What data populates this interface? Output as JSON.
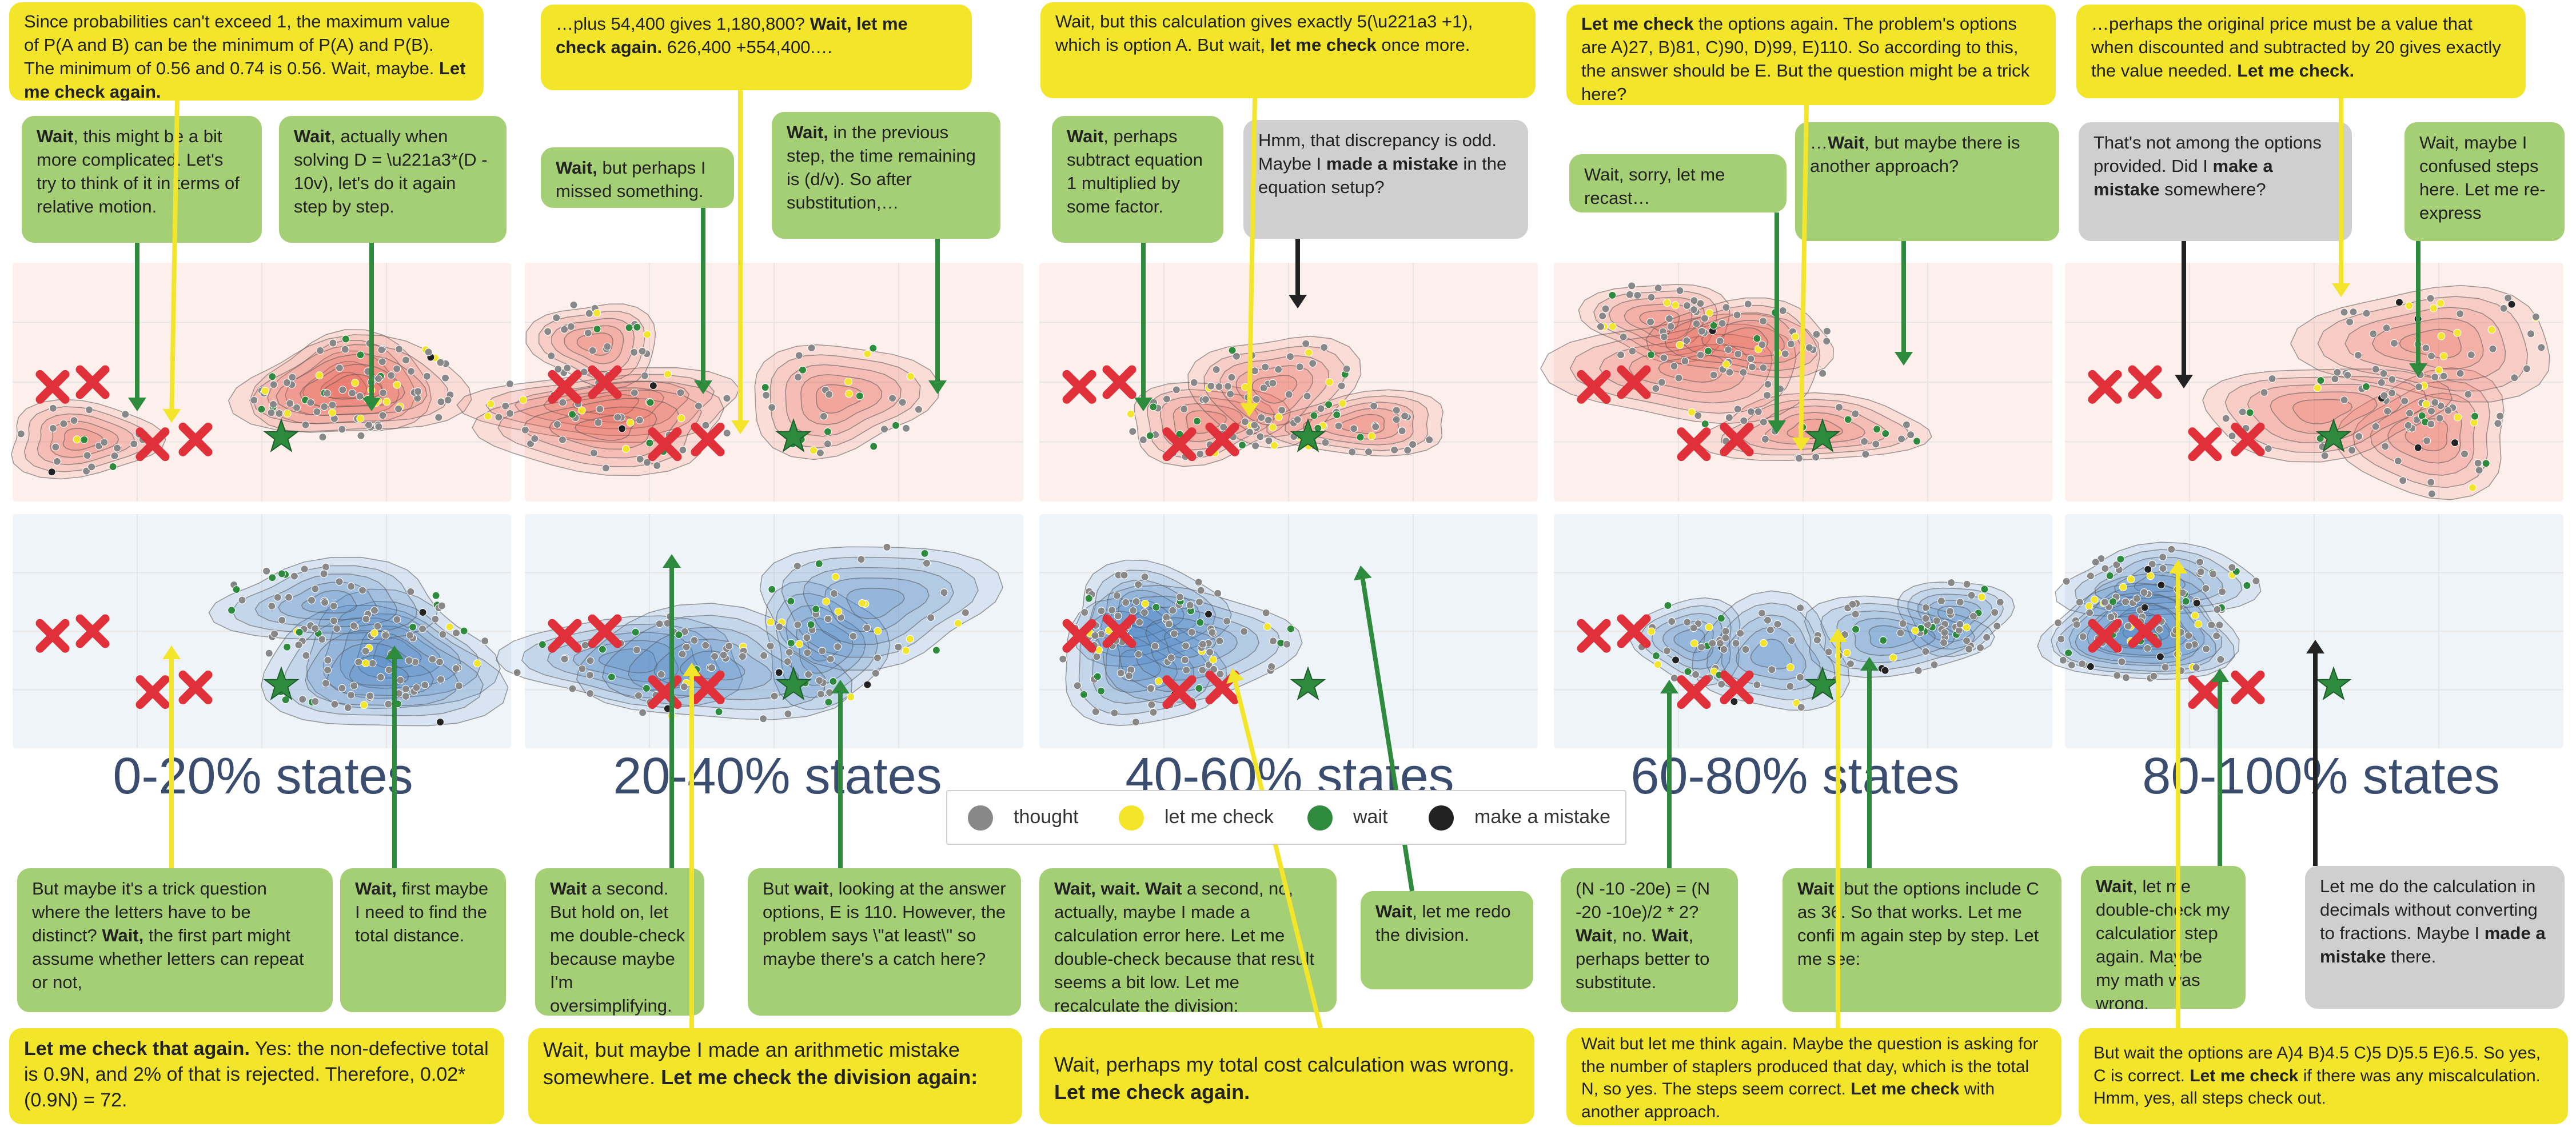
{
  "colors": {
    "thought": "#888888",
    "let_me_check": "#f2e52a",
    "wait": "#2e8b3e",
    "mistake": "#222222",
    "green_box": "#a5cf74",
    "gray_box": "#cfcfcf",
    "red_density": "#e8604c",
    "blue_density": "#3d7fc0",
    "caption": "#3a4d6e"
  },
  "panels": [
    {
      "caption": "0-20% states",
      "top_yellow": "Since probabilities can't exceed 1, the maximum value of P(A and B) can be the minimum of P(A) and P(B). The minimum of 0.56 and 0.74 is 0.56. Wait, maybe. ",
      "top_yellow_bold": "Let me check again.",
      "top_green_1_bold": "Wait",
      "top_green_1": ", this might be a bit more complicated. Let's try to think of it in terms of relative motion.",
      "top_green_2_bold": "Wait",
      "top_green_2": ", actually when solving D = \\u221a3*(D - 10v), let's do it again step by step.",
      "bottom_green_1": "But maybe it's a trick question where the letters have to be distinct? ",
      "bottom_green_1_bold": "Wait,",
      "bottom_green_1_tail": " the first part might assume whether letters can repeat or not,",
      "bottom_green_2_bold": "Wait,",
      "bottom_green_2": " first maybe I need to find the total distance.",
      "bottom_yellow_bold": "Let me check that again.",
      "bottom_yellow": " Yes: the non-defective total is 0.9N, and 2% of that is rejected. Therefore, 0.02*(0.9N) = 72."
    },
    {
      "caption": "20-40% states",
      "top_yellow": "…plus 54,400 gives 1,180,800? ",
      "top_yellow_bold": "Wait, let me check again.",
      "top_yellow_tail": " 626,400 +554,400.…",
      "top_green_1_bold": "Wait,",
      "top_green_1": " but perhaps I missed something.",
      "top_green_2_bold": "Wait,",
      "top_green_2": " in the previous step, the time remaining is (d/v). So after substitution,…",
      "bottom_green_1_bold": "Wait",
      "bottom_green_1": " a second. But hold on, let me double-check because maybe I'm oversimplifying.",
      "bottom_green_2": "But ",
      "bottom_green_2_bold": "wait",
      "bottom_green_2_tail": ", looking at the answer options, E is 110. However, the problem says \\\"at least\\\" so maybe there's a catch here?",
      "bottom_yellow": "Wait, but maybe I made an arithmetic mistake somewhere. ",
      "bottom_yellow_bold": "Let me check the division again:"
    },
    {
      "caption": "40-60% states",
      "top_yellow": "Wait, but this calculation gives exactly 5(\\u221a3 +1), which is option A. But wait, ",
      "top_yellow_bold": "let me check",
      "top_yellow_tail": " once more.",
      "top_green_1_bold": "Wait",
      "top_green_1": ", perhaps subtract equation 1 multiplied by some factor.",
      "top_gray": "Hmm, that discrepancy is odd. Maybe I ",
      "top_gray_bold": "made a mistake",
      "top_gray_tail": " in the equation setup?",
      "bottom_green_1_bold": "Wait, wait. Wait",
      "bottom_green_1": " a second, no, actually, maybe I made a calculation error here. Let me double-check because that result seems a bit low. Let me recalculate the division:",
      "bottom_green_2_bold": "Wait",
      "bottom_green_2": ", let me redo the division.",
      "bottom_yellow": "Wait, perhaps my total cost calculation was wrong. ",
      "bottom_yellow_bold": "Let me check again."
    },
    {
      "caption": "60-80% states",
      "top_yellow_bold": "Let me check",
      "top_yellow": " the options again. The problem's options are A)27, B)81, C)90, D)99, E)110. So according to this, the answer should be E. But the question might be a trick here?",
      "top_green_1": "Wait, sorry, let me recast…",
      "top_green_2": "…",
      "top_green_2_bold": "Wait",
      "top_green_2_tail": ", but maybe there is another approach?",
      "bottom_green_1": "(N -10 -20e) = (N -20 -10e)/2 * 2? ",
      "bottom_green_1_bold": "Wait",
      "bottom_green_1_mid": ", no. ",
      "bottom_green_1_bold2": "Wait",
      "bottom_green_1_tail": ", perhaps better to substitute.",
      "bottom_green_2_bold": "Wait",
      "bottom_green_2": ", but the options include C as 36. So that works. Let me confirm again step by step. Let me see:",
      "bottom_yellow": "Wait but let me think again. Maybe the question is asking for the number of staplers produced that day, which is the total N, so yes. The steps seem correct. ",
      "bottom_yellow_bold": "Let me check",
      "bottom_yellow_tail": " with another approach."
    },
    {
      "caption": "80-100% states",
      "top_yellow": "…perhaps the original price must be a value that when discounted and subtracted by 20 gives exactly the value needed. ",
      "top_yellow_bold": "Let me check.",
      "top_gray": "That's not among the options provided. Did I ",
      "top_gray_bold": "make a mistake",
      "top_gray_tail": " somewhere?",
      "top_green_1": "Wait, maybe I confused steps here. Let me re-express",
      "bottom_green_1_bold": "Wait",
      "bottom_green_1": ", let me double-check my calculation step again. Maybe my math was wrong.",
      "bottom_gray": "Let me do the calculation in decimals without converting to fractions. Maybe I ",
      "bottom_gray_bold": "made a mistake",
      "bottom_gray_tail": " there.",
      "bottom_yellow": "But wait the options are A)4 B)4.5 C)5 D)5.5 E)6.5. So yes, C is correct. ",
      "bottom_yellow_bold": "Let me check",
      "bottom_yellow_tail": " if there was any miscalculation. Hmm, yes, all steps check out."
    }
  ],
  "legend": {
    "items": [
      {
        "label": "thought",
        "color": "#888888"
      },
      {
        "label": "let me check",
        "color": "#f2e52a"
      },
      {
        "label": "wait",
        "color": "#2e8b3e"
      },
      {
        "label": "make a mistake",
        "color": "#222222"
      }
    ]
  }
}
